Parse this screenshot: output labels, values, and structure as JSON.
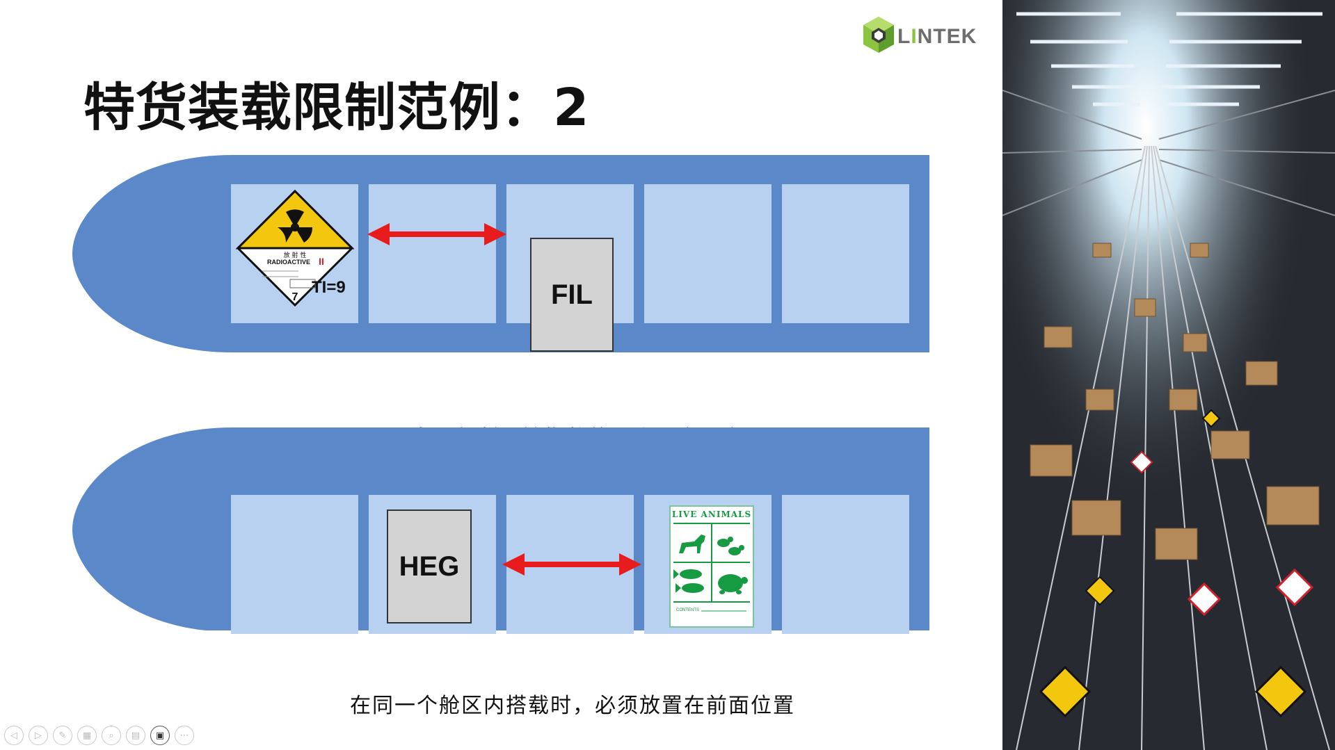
{
  "slide": {
    "title": "特货装载限制范例：2",
    "logo": {
      "text_prefix": "L",
      "text_highlight": "I",
      "text_suffix": "NTEK"
    },
    "ship1": {
      "cargo_label": "FIL",
      "ti_label": "TI=9",
      "radioactive": {
        "cn": "放 射 性",
        "en": "RADIOACTIVE",
        "class_mark": "II",
        "class_number": "7"
      },
      "caption": "自动判断运输指数的最小隔离距离"
    },
    "ship2": {
      "cargo_label": "HEG",
      "animals_label": {
        "title": "LIVE ANIMALS",
        "footer": "CONTENTS"
      },
      "caption": "在同一个舱区内搭载时，必须放置在前面位置"
    }
  },
  "colors": {
    "hull": "#5b88c8",
    "bay": "#b8d1f0",
    "arrow": "#e81c1c",
    "brand_green": "#8bc53f",
    "hazard_yellow": "#f4c70f",
    "animals_green": "#169b42"
  },
  "toolbar": {
    "buttons": [
      {
        "name": "previous-button",
        "icon": "arrow-left-icon"
      },
      {
        "name": "next-button",
        "icon": "arrow-right-icon"
      },
      {
        "name": "pen-button",
        "icon": "pen-icon"
      },
      {
        "name": "slides-button",
        "icon": "grid-icon"
      },
      {
        "name": "zoom-button",
        "icon": "magnifier-icon"
      },
      {
        "name": "subtitles-button",
        "icon": "subtitles-icon"
      },
      {
        "name": "camera-button",
        "icon": "camera-icon"
      },
      {
        "name": "more-button",
        "icon": "more-icon"
      }
    ]
  }
}
